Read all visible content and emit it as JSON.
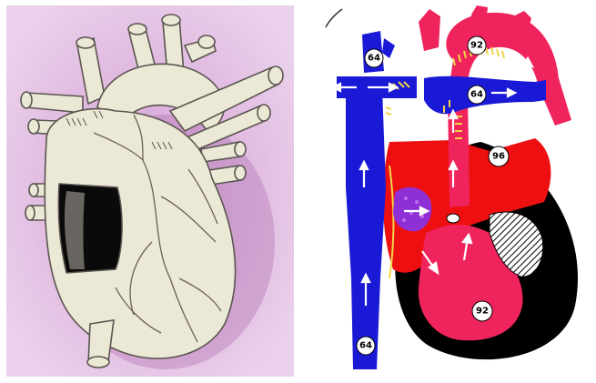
{
  "colors": {
    "left_background": "#e8c3e6",
    "vessel_wall": "#ece8d6",
    "outline": "#5a5550",
    "cutaway": "#0a0a0a",
    "deoxygenated": "#1a1ad6",
    "oxygenated": "#f0245c",
    "myocardium_red": "#ee1010",
    "myocardium_black": "#000000",
    "ductus_hatch": "#f1d64a",
    "shunt_purple": "#8f2fd6",
    "right_background": "#ffffff"
  },
  "left_panel": {
    "subject": "external-heart-illustration-with-atrial-window"
  },
  "right_panel": {
    "labels": {
      "svc_top": "64",
      "pulmonary_artery": "64",
      "aorta": "92",
      "left_atrium": "96",
      "left_ventricle": "92",
      "ivc_bottom": "64"
    }
  }
}
